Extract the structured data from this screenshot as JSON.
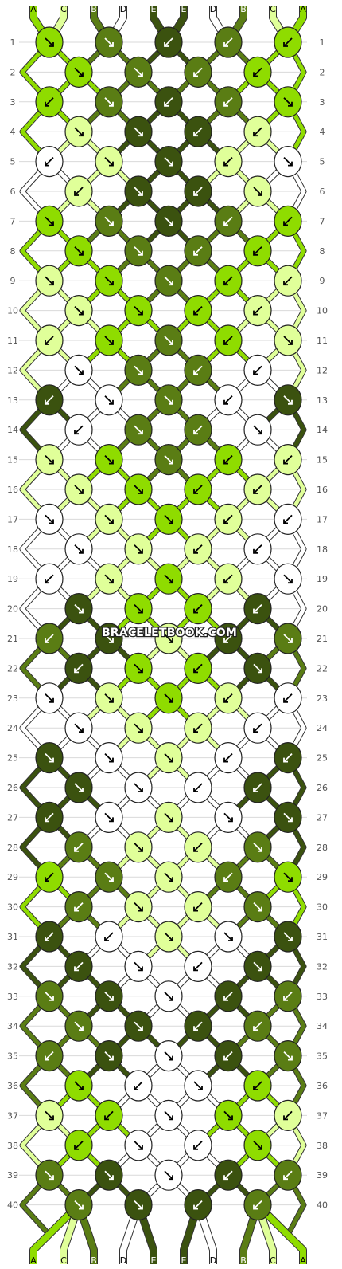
{
  "strand_labels_top": [
    "A",
    "C",
    "B",
    "D",
    "E",
    "E",
    "D",
    "B",
    "C",
    "A"
  ],
  "strand_labels_bottom": [
    "A",
    "C",
    "B",
    "D",
    "E",
    "E",
    "D",
    "B",
    "C",
    "A"
  ],
  "watermark": "BRACELETBOOK.COM",
  "colors": {
    "A": "#8fdc00",
    "B": "#5a7d14",
    "C": "#e0ff99",
    "D": "#ffffff",
    "E": "#3b520f"
  },
  "row_count": 40,
  "knot_rows": [
    {
      "row": 1,
      "knots": [
        [
          "A",
          "se"
        ],
        [
          "B",
          "se"
        ],
        [
          "E",
          "sw"
        ],
        [
          "B",
          "sw"
        ],
        [
          "A",
          "sw"
        ]
      ]
    },
    {
      "row": 2,
      "knots": [
        [
          "A",
          "se"
        ],
        [
          "B",
          "se"
        ],
        [
          "B",
          "sw"
        ],
        [
          "A",
          "sw"
        ]
      ]
    },
    {
      "row": 3,
      "knots": [
        [
          "A",
          "sw"
        ],
        [
          "B",
          "se"
        ],
        [
          "E",
          "sw"
        ],
        [
          "B",
          "sw"
        ],
        [
          "A",
          "se"
        ]
      ]
    },
    {
      "row": 4,
      "knots": [
        [
          "C",
          "se"
        ],
        [
          "E",
          "se"
        ],
        [
          "E",
          "sw"
        ],
        [
          "C",
          "sw"
        ]
      ]
    },
    {
      "row": 5,
      "knots": [
        [
          "D",
          "sw"
        ],
        [
          "C",
          "se"
        ],
        [
          "E",
          "se"
        ],
        [
          "C",
          "sw"
        ],
        [
          "D",
          "se"
        ]
      ]
    },
    {
      "row": 6,
      "knots": [
        [
          "C",
          "sw"
        ],
        [
          "E",
          "se"
        ],
        [
          "E",
          "sw"
        ],
        [
          "C",
          "se"
        ]
      ]
    },
    {
      "row": 7,
      "knots": [
        [
          "A",
          "se"
        ],
        [
          "B",
          "se"
        ],
        [
          "E",
          "se"
        ],
        [
          "B",
          "sw"
        ],
        [
          "A",
          "sw"
        ]
      ]
    },
    {
      "row": 8,
      "knots": [
        [
          "A",
          "se"
        ],
        [
          "B",
          "se"
        ],
        [
          "B",
          "sw"
        ],
        [
          "A",
          "sw"
        ]
      ]
    },
    {
      "row": 9,
      "knots": [
        [
          "C",
          "se"
        ],
        [
          "A",
          "se"
        ],
        [
          "B",
          "se"
        ],
        [
          "A",
          "sw"
        ],
        [
          "C",
          "sw"
        ]
      ]
    },
    {
      "row": 10,
      "knots": [
        [
          "C",
          "se"
        ],
        [
          "A",
          "se"
        ],
        [
          "A",
          "sw"
        ],
        [
          "C",
          "sw"
        ]
      ]
    },
    {
      "row": 11,
      "knots": [
        [
          "C",
          "sw"
        ],
        [
          "A",
          "se"
        ],
        [
          "B",
          "se"
        ],
        [
          "A",
          "sw"
        ],
        [
          "C",
          "se"
        ]
      ]
    },
    {
      "row": 12,
      "knots": [
        [
          "D",
          "se"
        ],
        [
          "B",
          "se"
        ],
        [
          "B",
          "sw"
        ],
        [
          "D",
          "sw"
        ]
      ]
    },
    {
      "row": 13,
      "knots": [
        [
          "E",
          "sw"
        ],
        [
          "D",
          "se"
        ],
        [
          "B",
          "se"
        ],
        [
          "D",
          "sw"
        ],
        [
          "E",
          "se"
        ]
      ]
    },
    {
      "row": 14,
      "knots": [
        [
          "D",
          "sw"
        ],
        [
          "B",
          "se"
        ],
        [
          "B",
          "sw"
        ],
        [
          "D",
          "se"
        ]
      ]
    },
    {
      "row": 15,
      "knots": [
        [
          "C",
          "se"
        ],
        [
          "A",
          "se"
        ],
        [
          "B",
          "se"
        ],
        [
          "A",
          "sw"
        ],
        [
          "C",
          "sw"
        ]
      ]
    },
    {
      "row": 16,
      "knots": [
        [
          "C",
          "se"
        ],
        [
          "A",
          "se"
        ],
        [
          "A",
          "sw"
        ],
        [
          "C",
          "sw"
        ]
      ]
    },
    {
      "row": 17,
      "knots": [
        [
          "D",
          "se"
        ],
        [
          "C",
          "se"
        ],
        [
          "A",
          "se"
        ],
        [
          "C",
          "sw"
        ],
        [
          "D",
          "sw"
        ]
      ]
    },
    {
      "row": 18,
      "knots": [
        [
          "D",
          "se"
        ],
        [
          "C",
          "se"
        ],
        [
          "C",
          "sw"
        ],
        [
          "D",
          "sw"
        ]
      ]
    },
    {
      "row": 19,
      "knots": [
        [
          "D",
          "sw"
        ],
        [
          "C",
          "se"
        ],
        [
          "A",
          "se"
        ],
        [
          "C",
          "sw"
        ],
        [
          "D",
          "se"
        ]
      ]
    },
    {
      "row": 20,
      "knots": [
        [
          "E",
          "se"
        ],
        [
          "A",
          "se"
        ],
        [
          "A",
          "sw"
        ],
        [
          "E",
          "sw"
        ]
      ]
    },
    {
      "row": 21,
      "knots": [
        [
          "B",
          "sw"
        ],
        [
          "E",
          "se"
        ],
        [
          "C",
          "se"
        ],
        [
          "E",
          "sw"
        ],
        [
          "B",
          "se"
        ]
      ]
    },
    {
      "row": 22,
      "knots": [
        [
          "E",
          "sw"
        ],
        [
          "A",
          "se"
        ],
        [
          "A",
          "sw"
        ],
        [
          "E",
          "se"
        ]
      ]
    },
    {
      "row": 23,
      "knots": [
        [
          "D",
          "se"
        ],
        [
          "C",
          "se"
        ],
        [
          "A",
          "se"
        ],
        [
          "C",
          "sw"
        ],
        [
          "D",
          "sw"
        ]
      ]
    },
    {
      "row": 24,
      "knots": [
        [
          "D",
          "se"
        ],
        [
          "C",
          "se"
        ],
        [
          "C",
          "sw"
        ],
        [
          "D",
          "sw"
        ]
      ]
    },
    {
      "row": 25,
      "knots": [
        [
          "E",
          "se"
        ],
        [
          "D",
          "se"
        ],
        [
          "C",
          "se"
        ],
        [
          "D",
          "sw"
        ],
        [
          "E",
          "sw"
        ]
      ]
    },
    {
      "row": 26,
      "knots": [
        [
          "E",
          "se"
        ],
        [
          "D",
          "se"
        ],
        [
          "D",
          "sw"
        ],
        [
          "E",
          "sw"
        ]
      ]
    },
    {
      "row": 27,
      "knots": [
        [
          "E",
          "sw"
        ],
        [
          "D",
          "se"
        ],
        [
          "C",
          "se"
        ],
        [
          "D",
          "se"
        ],
        [
          "E",
          "se"
        ]
      ]
    },
    {
      "row": 28,
      "knots": [
        [
          "B",
          "sw"
        ],
        [
          "C",
          "se"
        ],
        [
          "C",
          "sw"
        ],
        [
          "B",
          "se"
        ]
      ]
    },
    {
      "row": 29,
      "knots": [
        [
          "A",
          "sw"
        ],
        [
          "B",
          "se"
        ],
        [
          "C",
          "se"
        ],
        [
          "B",
          "sw"
        ],
        [
          "A",
          "se"
        ]
      ]
    },
    {
      "row": 30,
      "knots": [
        [
          "B",
          "sw"
        ],
        [
          "C",
          "se"
        ],
        [
          "C",
          "sw"
        ],
        [
          "B",
          "se"
        ]
      ]
    },
    {
      "row": 31,
      "knots": [
        [
          "E",
          "sw"
        ],
        [
          "D",
          "sw"
        ],
        [
          "C",
          "se"
        ],
        [
          "D",
          "se"
        ],
        [
          "E",
          "se"
        ]
      ]
    },
    {
      "row": 32,
      "knots": [
        [
          "E",
          "sw"
        ],
        [
          "D",
          "se"
        ],
        [
          "D",
          "sw"
        ],
        [
          "E",
          "se"
        ]
      ]
    },
    {
      "row": 33,
      "knots": [
        [
          "B",
          "se"
        ],
        [
          "E",
          "se"
        ],
        [
          "D",
          "se"
        ],
        [
          "E",
          "sw"
        ],
        [
          "B",
          "sw"
        ]
      ]
    },
    {
      "row": 34,
      "knots": [
        [
          "B",
          "se"
        ],
        [
          "E",
          "se"
        ],
        [
          "E",
          "sw"
        ],
        [
          "B",
          "sw"
        ]
      ]
    },
    {
      "row": 35,
      "knots": [
        [
          "B",
          "sw"
        ],
        [
          "E",
          "se"
        ],
        [
          "D",
          "se"
        ],
        [
          "E",
          "sw"
        ],
        [
          "B",
          "se"
        ]
      ]
    },
    {
      "row": 36,
      "knots": [
        [
          "A",
          "se"
        ],
        [
          "D",
          "sw"
        ],
        [
          "D",
          "se"
        ],
        [
          "A",
          "sw"
        ]
      ]
    },
    {
      "row": 37,
      "knots": [
        [
          "C",
          "se"
        ],
        [
          "A",
          "sw"
        ],
        [
          "D",
          "se"
        ],
        [
          "A",
          "se"
        ],
        [
          "C",
          "sw"
        ]
      ]
    },
    {
      "row": 38,
      "knots": [
        [
          "A",
          "sw"
        ],
        [
          "D",
          "se"
        ],
        [
          "D",
          "sw"
        ],
        [
          "A",
          "se"
        ]
      ]
    },
    {
      "row": 39,
      "knots": [
        [
          "B",
          "se"
        ],
        [
          "E",
          "se"
        ],
        [
          "D",
          "se"
        ],
        [
          "E",
          "sw"
        ],
        [
          "B",
          "sw"
        ]
      ]
    },
    {
      "row": 40,
      "knots": [
        [
          "B",
          "se"
        ],
        [
          "E",
          "se"
        ],
        [
          "E",
          "sw"
        ],
        [
          "B",
          "sw"
        ]
      ]
    }
  ]
}
